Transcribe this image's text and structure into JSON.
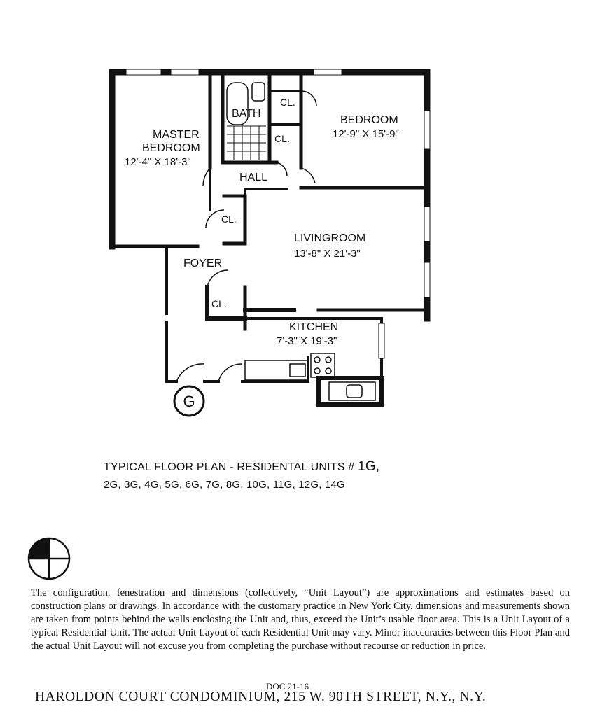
{
  "rooms": {
    "master_bedroom": {
      "line1": "MASTER",
      "line2": "BEDROOM",
      "dims": "12'-4\" X 18'-3\""
    },
    "bath": {
      "label": "BATH"
    },
    "closet_label": "CL.",
    "bedroom": {
      "label": "BEDROOM",
      "dims": "12'-9\" X 15'-9\""
    },
    "hall": {
      "label": "HALL"
    },
    "living_room": {
      "label": "LIVINGROOM",
      "dims": "13'-8\" X 21'-3\""
    },
    "foyer": {
      "label": "FOYER"
    },
    "kitchen": {
      "label": "KITCHEN",
      "dims": "7'-3\" X 19'-3\""
    }
  },
  "unit_marker": "G",
  "caption": {
    "line1_text": "TYPICAL FLOOR PLAN - RESIDENTAL UNITS #",
    "line1_unit": "1G,",
    "line2": "2G, 3G, 4G, 5G, 6G, 7G, 8G, 10G, 11G, 12G, 14G"
  },
  "disclaimer": "The configuration, fenestration and dimensions (collectively, “Unit Layout”) are approximations and estimates based on construction plans or drawings. In accordance with the customary practice in New York City, dimensions and measurements shown are taken from points behind the walls enclosing the Unit and, thus, exceed the Unit’s usable floor area. This is a Unit Layout of a typical Residential Unit. The actual Unit Layout of each Residential Unit may vary. Minor inaccuracies between this Floor Plan and the actual Unit Layout will not excuse you from completing the purchase without recourse or reduction in price.",
  "doc_number": "DOC 21-16",
  "address": "HAROLDON COURT CONDOMINIUM, 215 W. 90TH STREET, N.Y., N.Y."
}
